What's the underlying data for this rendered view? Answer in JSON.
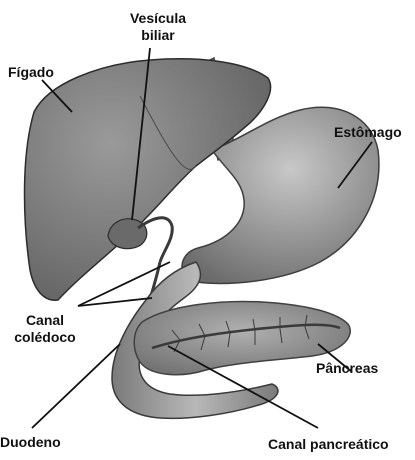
{
  "labels": {
    "vesicula_line1": "Vesícula",
    "vesicula_line2": "biliar",
    "figado": "Fígado",
    "estomago": "Estômago",
    "canal_line1": "Canal",
    "canal_line2": "colédoco",
    "pancreas": "Pâncreas",
    "duodeno": "Duodeno",
    "canal_pancreatico": "Canal pancreático"
  },
  "colors": {
    "organ_fill": "#8a8a8a",
    "organ_dark": "#5c5c5c",
    "organ_light": "#b4b4b4",
    "pointer": "#111111"
  }
}
